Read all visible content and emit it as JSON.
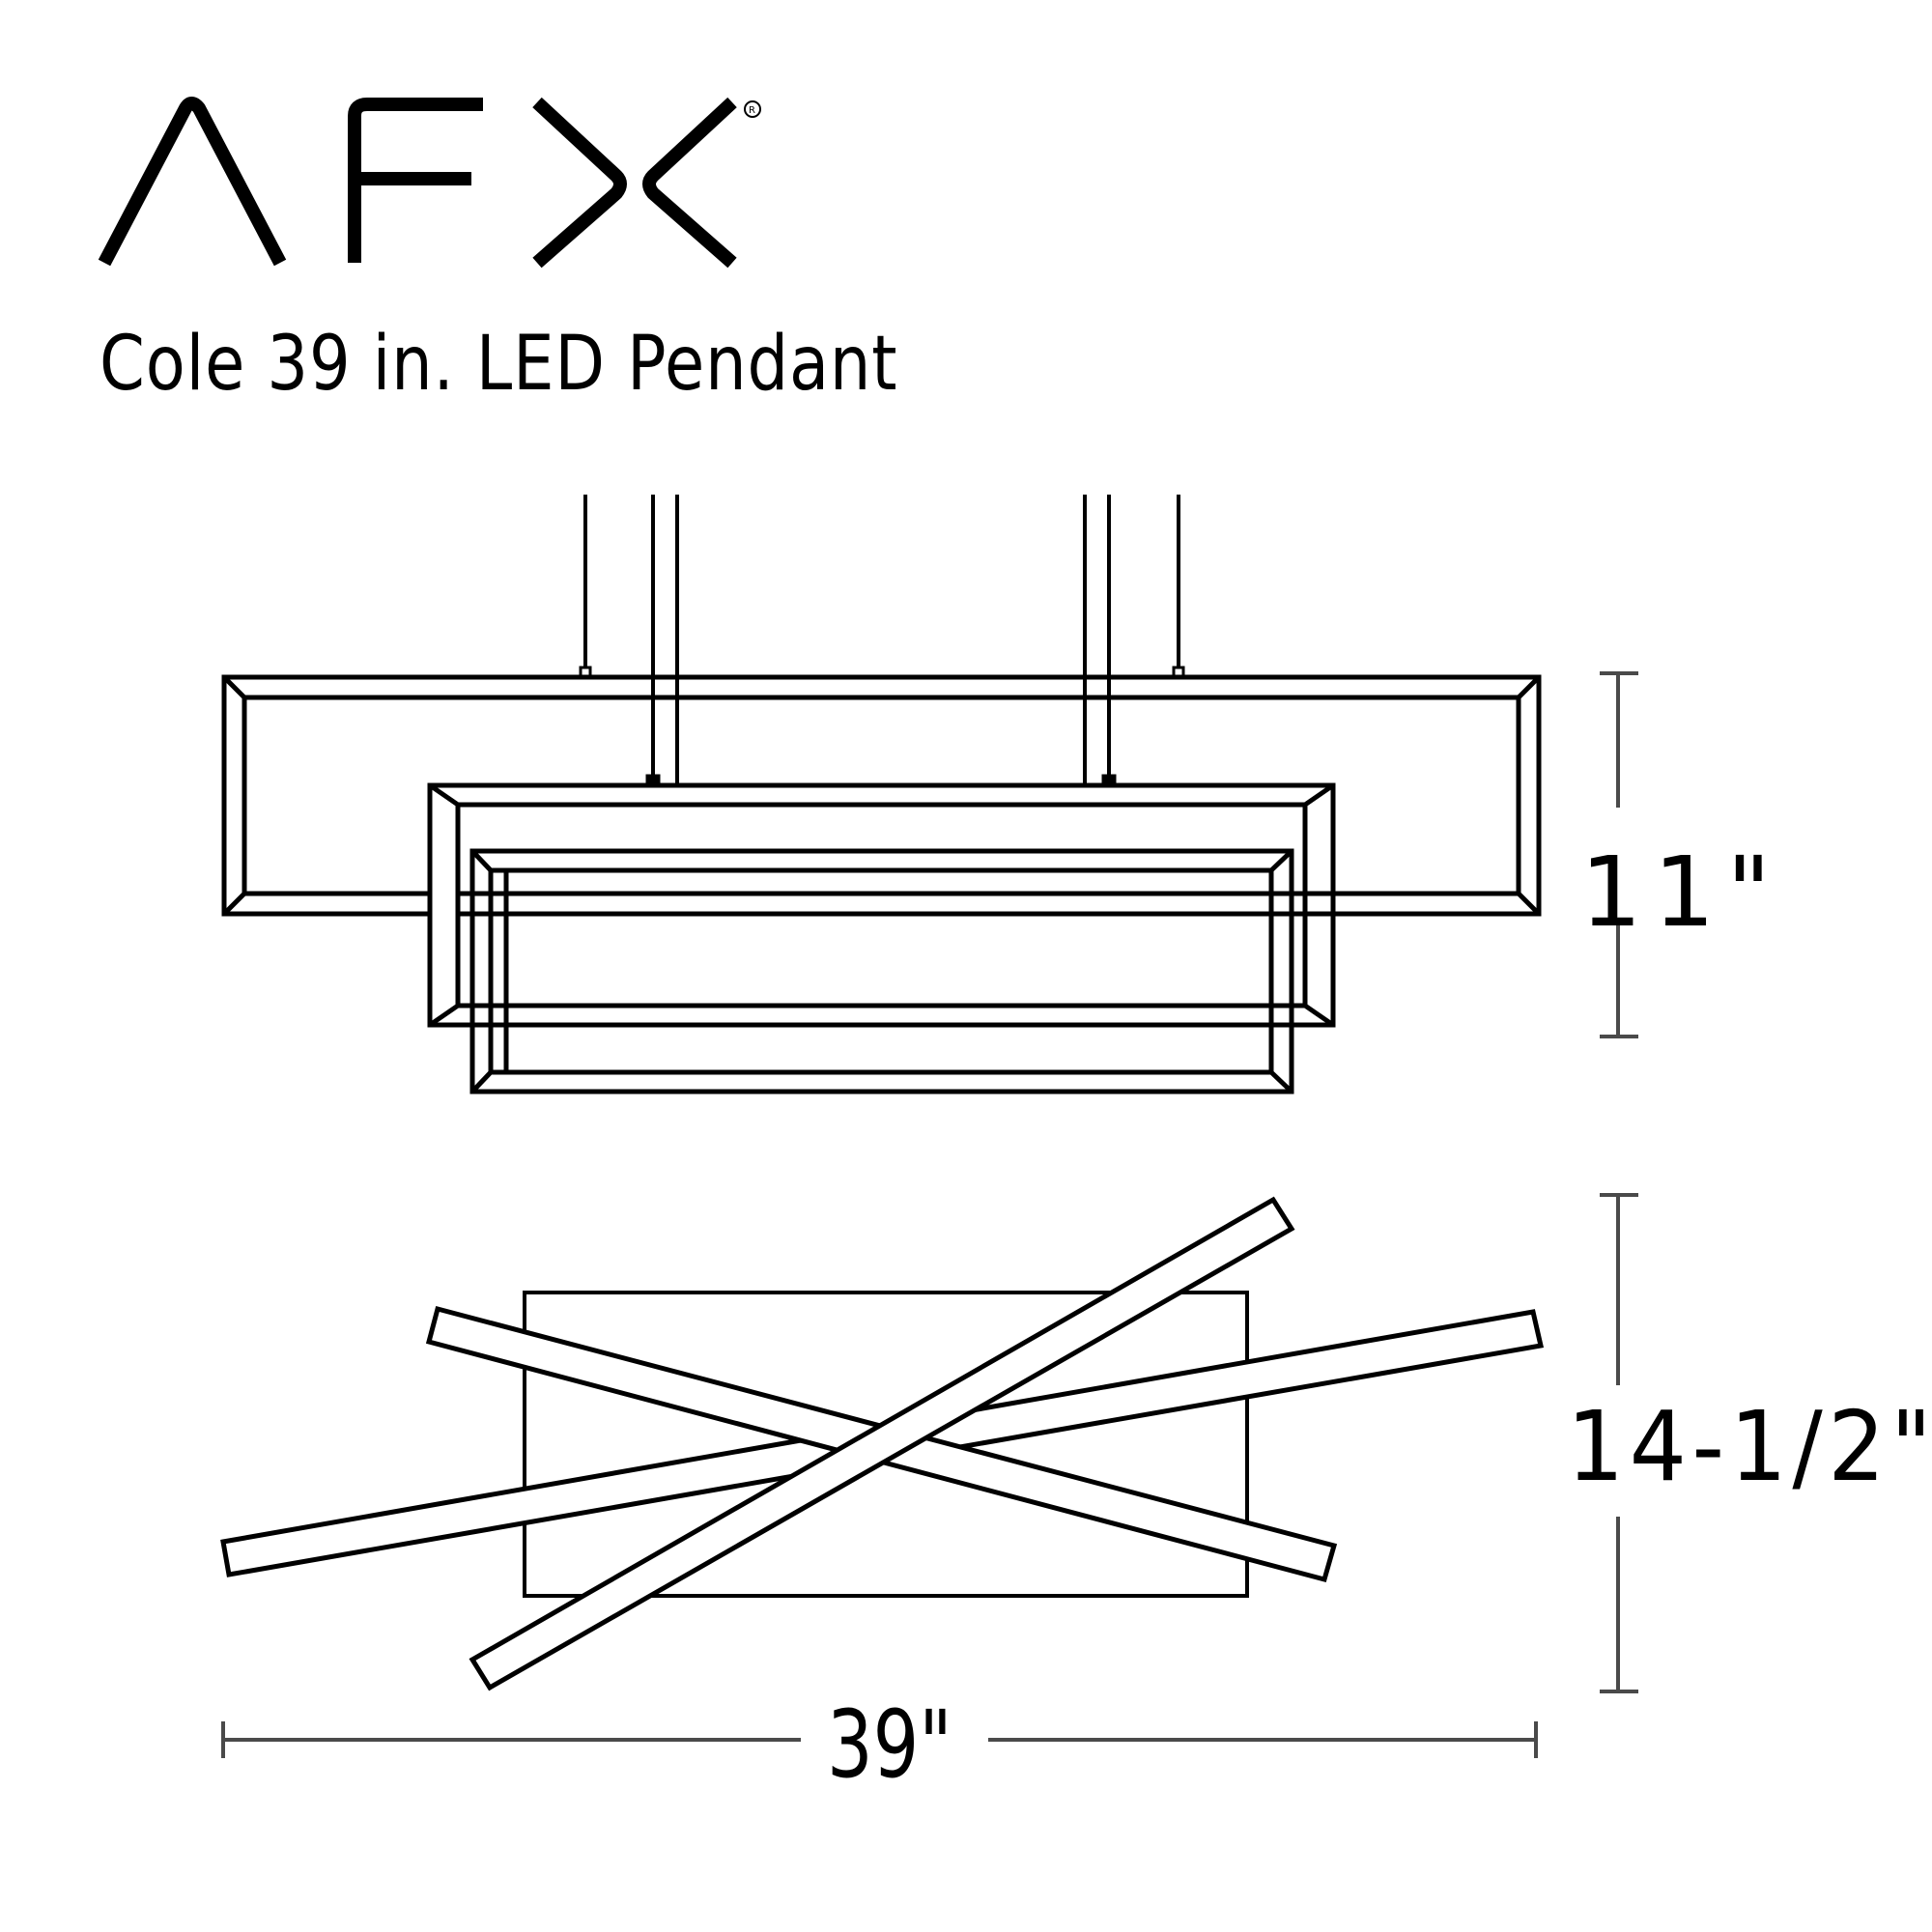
{
  "brand": {
    "logo_text": "AFX",
    "registered_mark": "®"
  },
  "product": {
    "title": "Cole 39 in. LED Pendant"
  },
  "dimensions": {
    "height_side_view": "11\"",
    "height_top_view": "14-1/2\"",
    "width": "39\""
  },
  "views": {
    "side_view": {
      "description": "Front elevation: three nested rectangular LED frames suspended by cables",
      "frames": [
        "large-frame",
        "medium-frame",
        "small-frame"
      ],
      "suspension_cables": 6
    },
    "top_view": {
      "description": "Plan view: three crossing linear LED bars over rectangular canopy",
      "bars": 3,
      "canopy": "rectangle"
    }
  },
  "colors": {
    "line": "#000000",
    "dimension_line": "#4a4a4a",
    "background": "#ffffff"
  }
}
